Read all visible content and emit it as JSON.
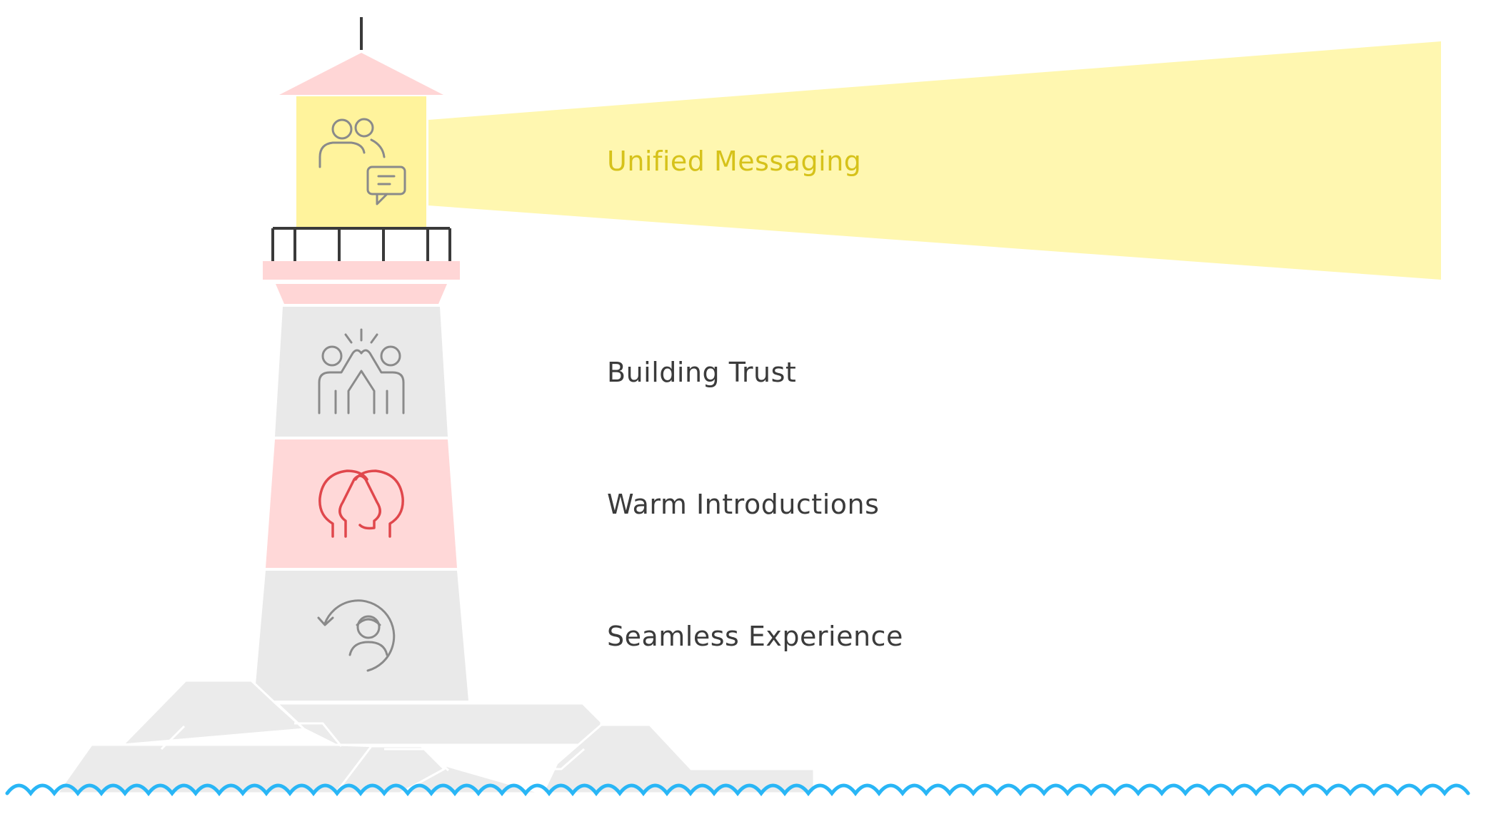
{
  "colors": {
    "beam": "#fff7b0",
    "lamp_room": "#fff39c",
    "roof": "#ffd6d6",
    "band_gray": "#e9e9e9",
    "band_pink": "#ffd8d8",
    "rocks": "#ebebeb",
    "water": "#29b6f6",
    "icon_gray": "#8a8a8a",
    "icon_red": "#e0474c",
    "text": "#3b3b3b",
    "accent_text": "#d6c21a"
  },
  "levels": [
    {
      "label": "Unified Messaging",
      "icon": "group-chat-icon"
    },
    {
      "label": "Building Trust",
      "icon": "high-five-icon"
    },
    {
      "label": "Warm Introductions",
      "icon": "two-heads-icon"
    },
    {
      "label": "Seamless Experience",
      "icon": "user-return-icon"
    }
  ]
}
